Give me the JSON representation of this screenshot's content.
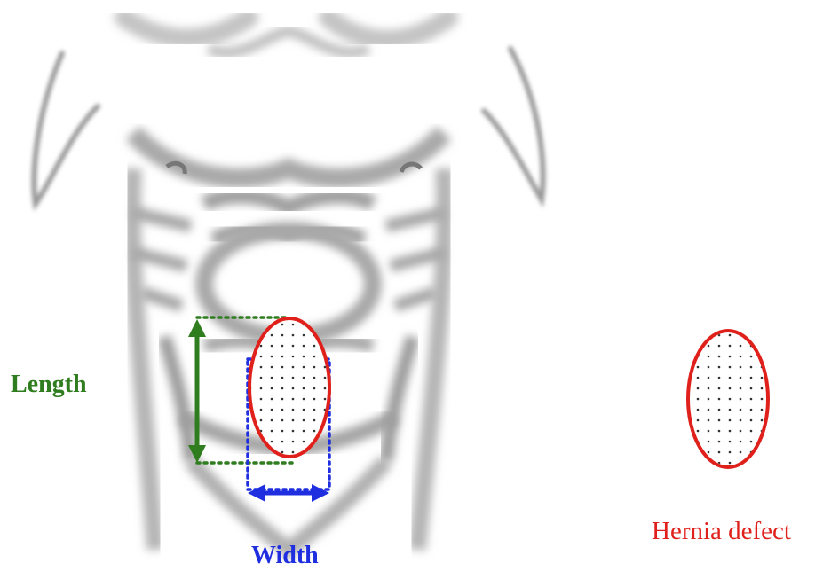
{
  "labels": {
    "length": "Length",
    "width": "Width",
    "hernia_defect": "Hernia defect"
  },
  "colors": {
    "length": "#2f7d1f",
    "width": "#1f2fe0",
    "hernia_outline": "#e0211b",
    "body_shading": "#b9b9b9",
    "dots": "#333333"
  }
}
